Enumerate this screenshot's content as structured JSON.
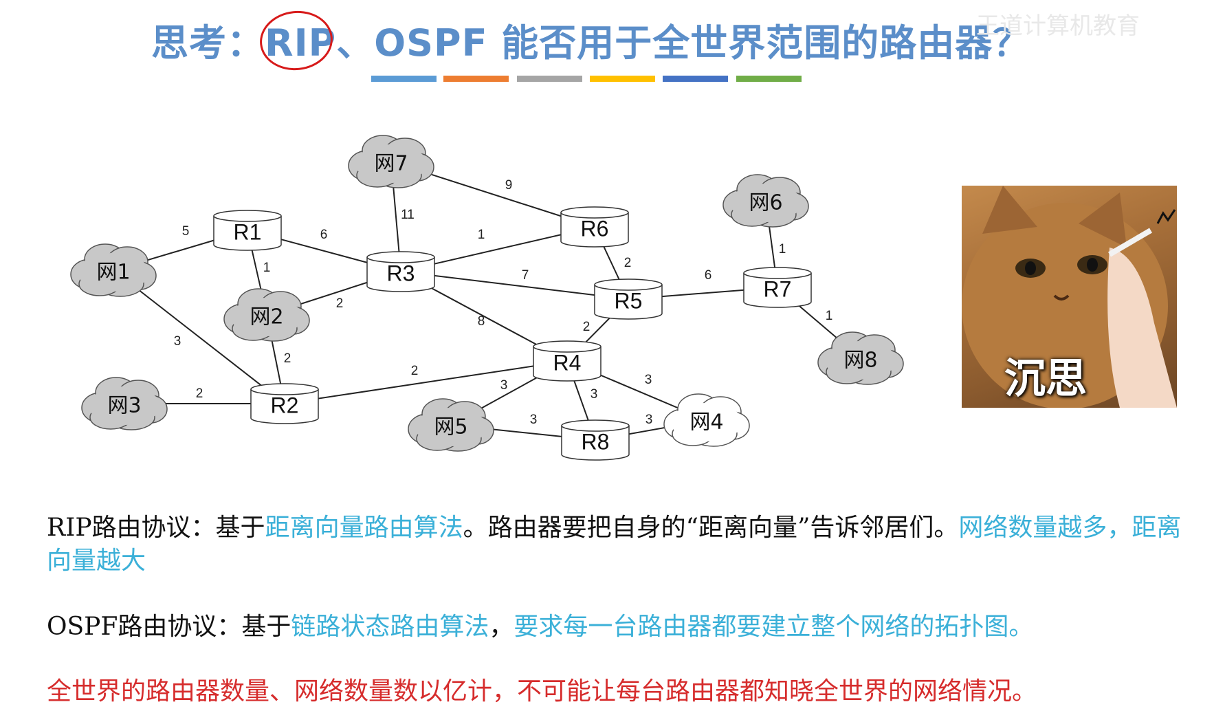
{
  "title": {
    "prefix": "思考：",
    "rip": "RIP",
    "rest": "、OSPF 能否用于全世界范围的路由器？"
  },
  "watermark": "王道计算机教育",
  "accent_bars": [
    "#5b9bd5",
    "#ed7d31",
    "#a5a5a5",
    "#ffc000",
    "#4472c4",
    "#70ad47"
  ],
  "diagram": {
    "routers": [
      {
        "id": "R1",
        "label": "R1"
      },
      {
        "id": "R2",
        "label": "R2"
      },
      {
        "id": "R3",
        "label": "R3"
      },
      {
        "id": "R4",
        "label": "R4"
      },
      {
        "id": "R5",
        "label": "R5"
      },
      {
        "id": "R6",
        "label": "R6"
      },
      {
        "id": "R7",
        "label": "R7"
      },
      {
        "id": "R8",
        "label": "R8"
      }
    ],
    "networks": [
      {
        "id": "N1",
        "label": "网1"
      },
      {
        "id": "N2",
        "label": "网2"
      },
      {
        "id": "N3",
        "label": "网3"
      },
      {
        "id": "N4",
        "label": "网4"
      },
      {
        "id": "N5",
        "label": "网5"
      },
      {
        "id": "N6",
        "label": "网6"
      },
      {
        "id": "N7",
        "label": "网7"
      },
      {
        "id": "N8",
        "label": "网8"
      }
    ],
    "links": [
      {
        "a": "N1",
        "b": "R1",
        "w": "5"
      },
      {
        "a": "N1",
        "b": "R2",
        "w": "3"
      },
      {
        "a": "R1",
        "b": "N2",
        "w": "1"
      },
      {
        "a": "R1",
        "b": "R3",
        "w": "6"
      },
      {
        "a": "N2",
        "b": "R3",
        "w": "2"
      },
      {
        "a": "N2",
        "b": "R2",
        "w": "2"
      },
      {
        "a": "N3",
        "b": "R2",
        "w": "2"
      },
      {
        "a": "R2",
        "b": "R4",
        "w": "2"
      },
      {
        "a": "N7",
        "b": "R3",
        "w": "11"
      },
      {
        "a": "N7",
        "b": "R6",
        "w": "9"
      },
      {
        "a": "R3",
        "b": "R6",
        "w": "1"
      },
      {
        "a": "R3",
        "b": "R5",
        "w": "7"
      },
      {
        "a": "R3",
        "b": "R4",
        "w": "8"
      },
      {
        "a": "R6",
        "b": "R5",
        "w": "2"
      },
      {
        "a": "R5",
        "b": "R4",
        "w": "2"
      },
      {
        "a": "R5",
        "b": "R7",
        "w": "6"
      },
      {
        "a": "N6",
        "b": "R7",
        "w": "1"
      },
      {
        "a": "R7",
        "b": "N8",
        "w": "1"
      },
      {
        "a": "R4",
        "b": "N5",
        "w": "3"
      },
      {
        "a": "R4",
        "b": "R8",
        "w": "3"
      },
      {
        "a": "R4",
        "b": "N4",
        "w": "3"
      },
      {
        "a": "N5",
        "b": "R8",
        "w": "3"
      },
      {
        "a": "R8",
        "b": "N4",
        "w": "3"
      }
    ]
  },
  "meme": {
    "caption": "沉思"
  },
  "paragraphs": {
    "rip": {
      "lead": "RIP路由协议：基于",
      "algo": "距离向量路由算法",
      "mid": "。路由器要把自身的“距离向量”告诉邻居们。",
      "note": "网络数量越多，距离向量越大"
    },
    "ospf": {
      "lead": "OSPF路由协议：基于",
      "algo": "链路状态路由算法",
      "sep": "，",
      "note": "要求每一台路由器都要建立整个网络的拓扑图。"
    },
    "conclusion": "全世界的路由器数量、网络数量数以亿计，不可能让每台路由器都知晓全世界的网络情况。"
  }
}
